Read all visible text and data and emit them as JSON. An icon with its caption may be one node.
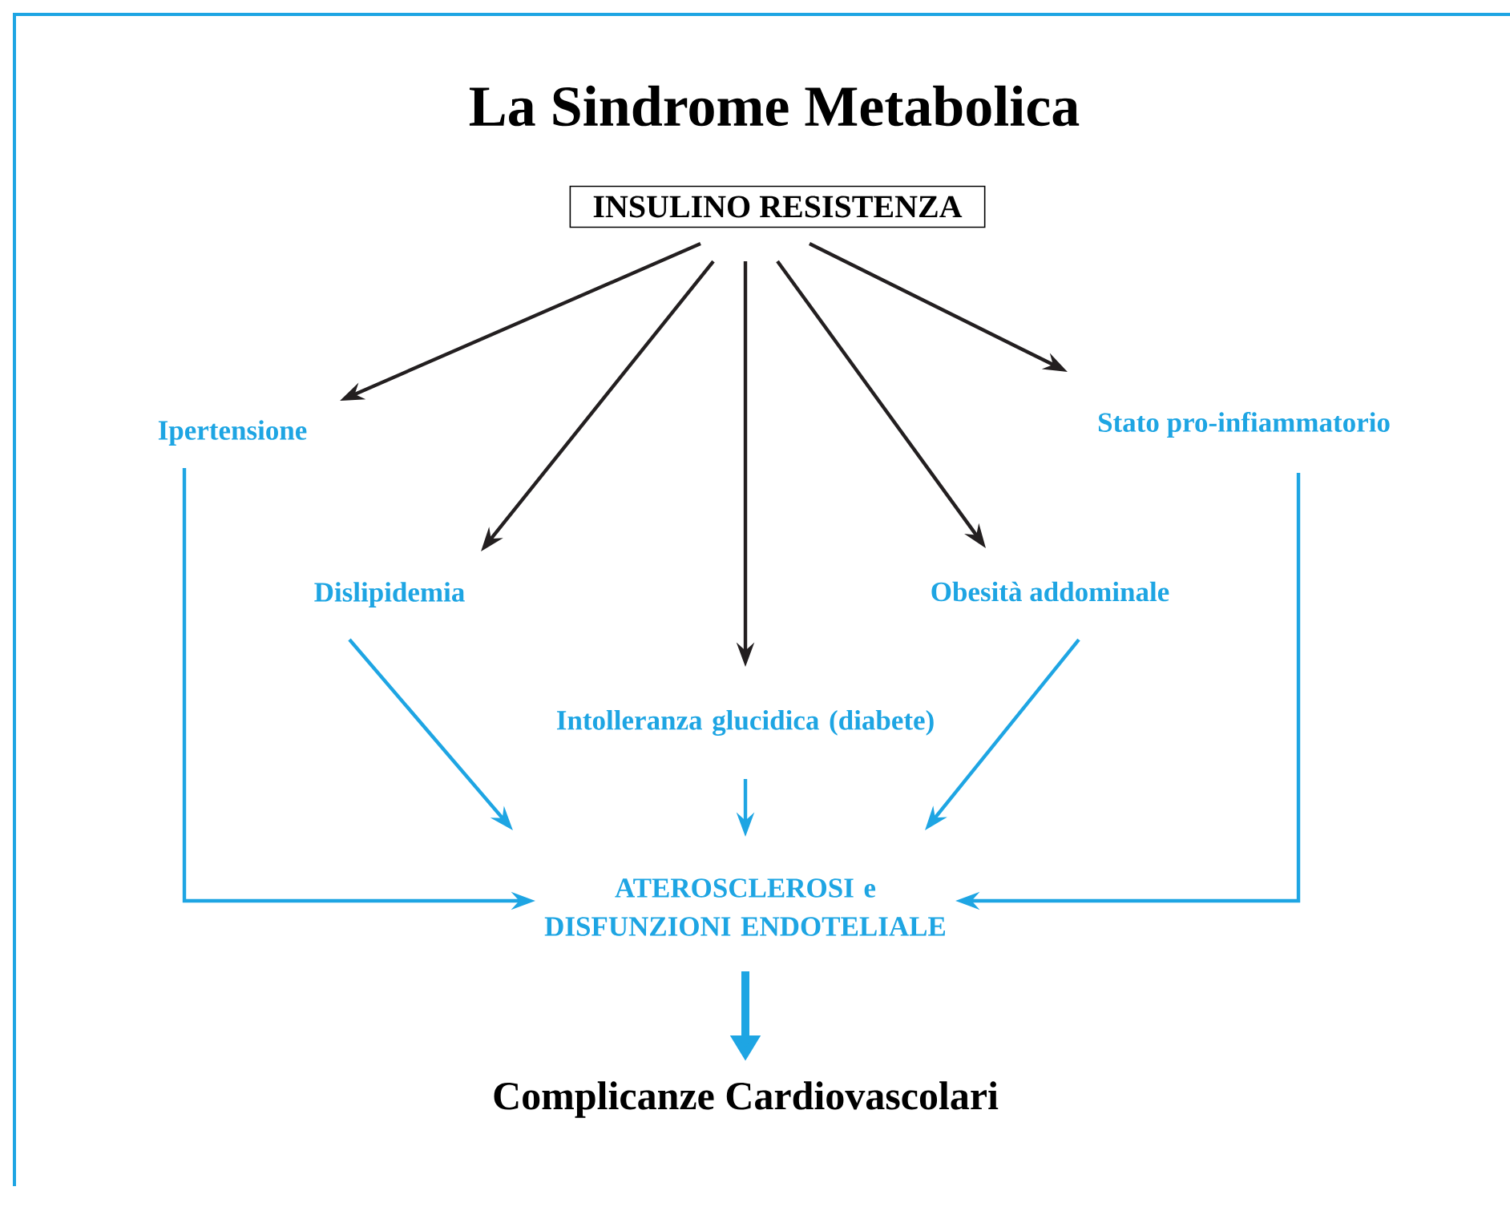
{
  "diagram": {
    "title": "La Sindrome Metabolica",
    "nodes": [
      {
        "text": [
          "INSULINO RESISTENZA"
        ]
      },
      {
        "text": [
          "Ipertensione"
        ]
      },
      {
        "text": [
          "Dislipidemia"
        ]
      },
      {
        "text": [
          "Intolleranza glucidica (diabete)"
        ]
      },
      {
        "text": [
          "Obesità addominale"
        ]
      },
      {
        "text": [
          "Stato pro-infiammatorio"
        ]
      },
      {
        "text": [
          "ATEROSCLEROSI e DISFUNZIONI ENDOTELIALE"
        ]
      },
      {
        "text": [
          "Complicanze Cardiovascolari"
        ]
      }
    ],
    "edges": [
      {
        "from": 0,
        "to": 1,
        "arrow": "to",
        "color": "#231f20"
      },
      {
        "from": 0,
        "to": 2,
        "arrow": "to",
        "color": "#231f20"
      },
      {
        "from": 0,
        "to": 3,
        "arrow": "to",
        "color": "#231f20"
      },
      {
        "from": 0,
        "to": 4,
        "arrow": "to",
        "color": "#231f20"
      },
      {
        "from": 0,
        "to": 5,
        "arrow": "to",
        "color": "#231f20"
      },
      {
        "from": 1,
        "to": 6,
        "arrow": "to"
      },
      {
        "from": 2,
        "to": 6,
        "arrow": "to"
      },
      {
        "from": 3,
        "to": 6,
        "arrow": "to"
      },
      {
        "from": 4,
        "to": 6,
        "arrow": "to"
      },
      {
        "from": 5,
        "to": 6,
        "arrow": "to"
      },
      {
        "from": 6,
        "to": 7,
        "arrow": "to",
        "style": "thick"
      }
    ]
  }
}
